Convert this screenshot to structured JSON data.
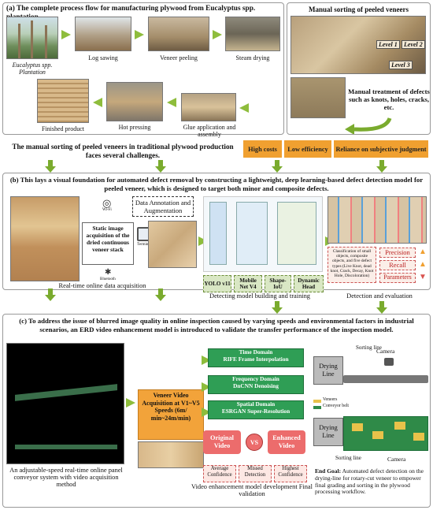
{
  "section_a": {
    "title": "(a) The complete process flow for manufacturing plywood from Eucalyptus spp. plantation",
    "steps": {
      "plantation": "Eucalyptus spp. Plantation",
      "log_sawing": "Log sawing",
      "veneer_peeling": "Veneer peeling",
      "steam_drying": "Steam drying",
      "finished_product": "Finished product",
      "hot_pressing": "Hot pressing",
      "glue": "Glue application and assembly"
    },
    "manual_sorting": "Manual sorting of peeled veneers",
    "levels": [
      "Level 1",
      "Level 2",
      "Level 3"
    ],
    "manual_treatment": "Manual treatment of defects such as knots, holes, cracks, etc.",
    "challenge": "The manual sorting of peeled veneers in traditional plywood production faces several challenges.",
    "tags": [
      "High costs",
      "Low efficiency",
      "Reliance on subjective judgment"
    ]
  },
  "section_b": {
    "title": "(b) This lays a visual foundation for automated defect removal by constructing a lightweight, deep learning-based defect detection model for peeled veneer, which is designed to target both minor and composite defects.",
    "data_annotation": "Data Annotation and Augmentation",
    "static_image": "Static image acquisition of the dried continuous veneer stack",
    "wifi": "Wi-Fi",
    "terminal": "Terminal",
    "bluetooth": "Bluetooth",
    "modules": [
      "YOLO v11",
      "Mobile Net V4",
      "Shape-IoU",
      "Dynamic Head"
    ],
    "classification": "Classification of small objects, composite objects, and five defect types (Live Knot, dead knot, Crack, Decay, Knot Hole, Discoloration)",
    "metrics": [
      "Precision",
      "Recall",
      "Parameters"
    ],
    "captions": [
      "Real-time online data acquisition",
      "Detecting model building and training",
      "Detection and evaluation"
    ]
  },
  "section_c": {
    "title": "(c) To address the issue of blurred image quality in online inspection caused by varying speeds and environmental factors in industrial scenarios, an ERD video enhancement model is introduced to validate the transfer performance of the inspection model.",
    "veneer_video": "Veneer Video Acquisition at V1~V5 Speeds (6m/ min~24m/min)",
    "domains": [
      {
        "name": "Time Domain",
        "method": "RIFE Frame Interpolation"
      },
      {
        "name": "Frequency Domain",
        "method": "DnCNN Denoising"
      },
      {
        "name": "Spatial Domain",
        "method": "ESRGAN Super-Resolution"
      }
    ],
    "original_video": "Original Video",
    "vs": "VS",
    "enhanced_video": "Enhanced Video",
    "results": [
      "Average Confidence",
      "Missed Detection",
      "Highest Confidence"
    ],
    "drying_line": "Drying Line",
    "sorting_line": "Sorting line",
    "camera": "Camera",
    "legend": [
      "Veneers",
      "Conveyor belt"
    ],
    "end_goal_label": "End Goal:",
    "end_goal": "Automated defect detection on the drying-line for rotary-cut veneer to empower final grading and sorting in the plywood processing workflow.",
    "caption_left": "An adjustable-speed real-time online panel conveyor system with video acquisition method",
    "caption_mid": "Video enhancement model development Final validation"
  }
}
